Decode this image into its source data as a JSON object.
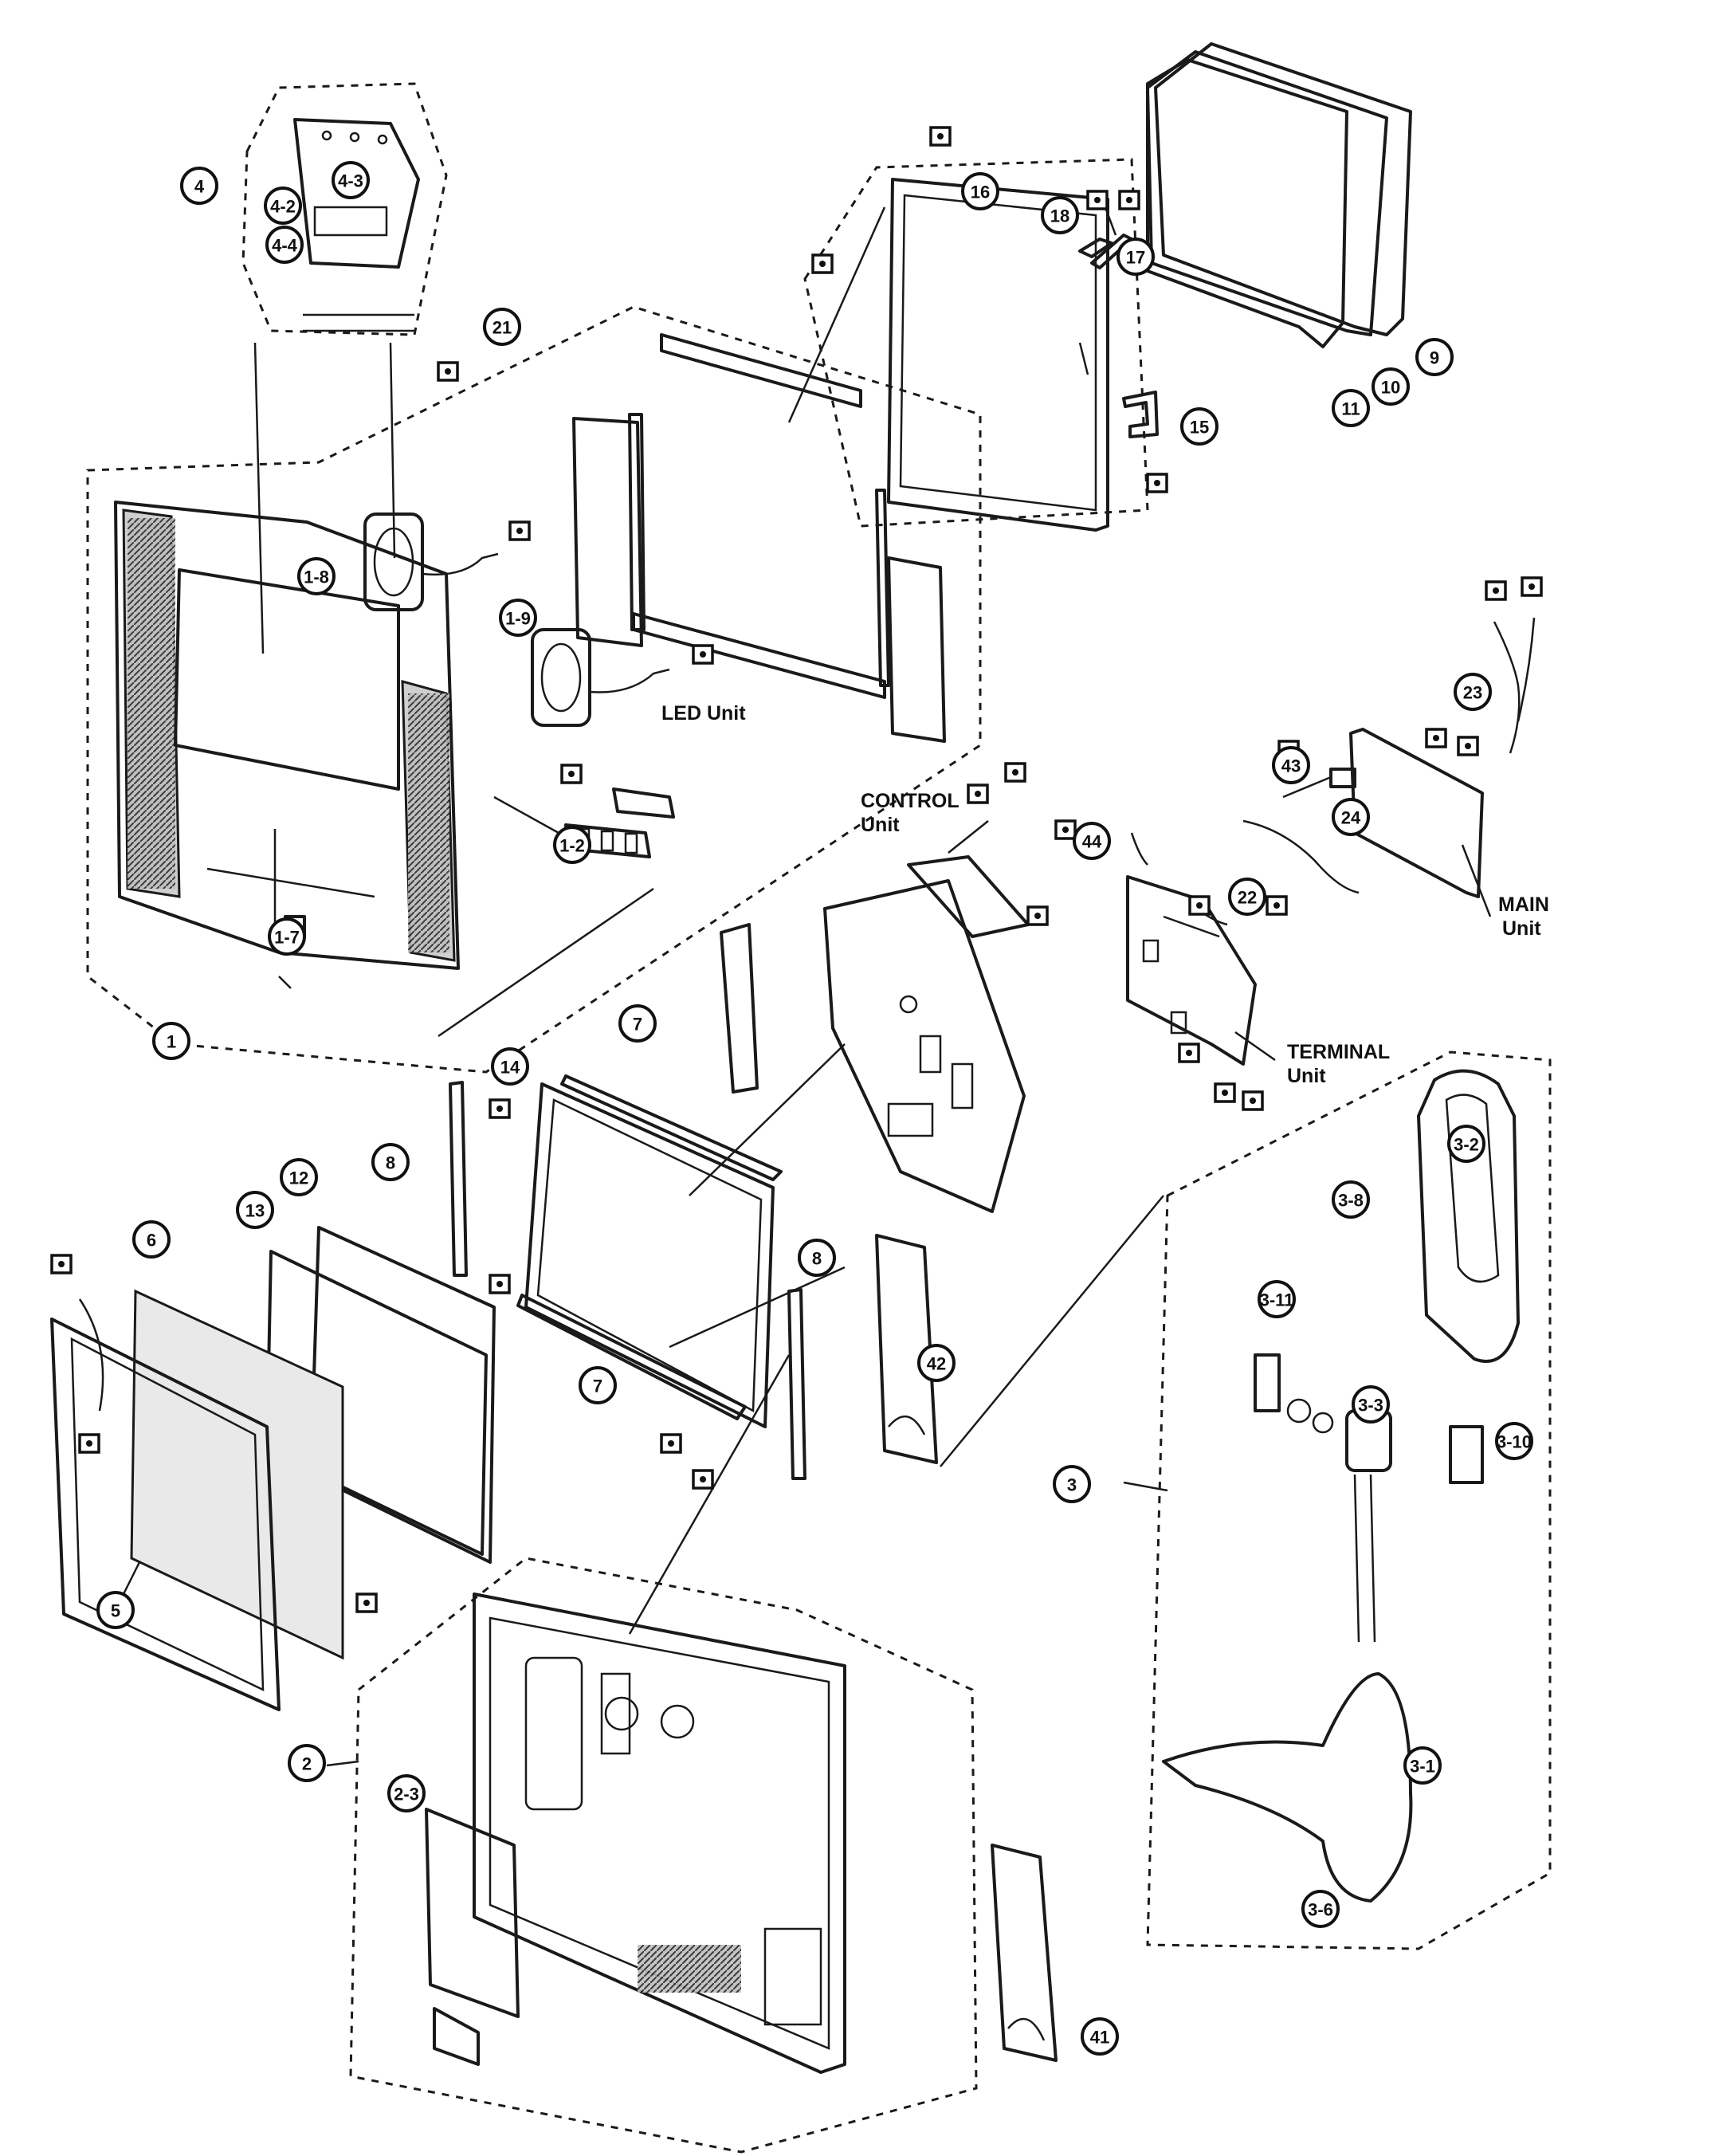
{
  "diagram": {
    "callouts": [
      "1",
      "1-2",
      "1-7",
      "1-8",
      "1-9",
      "2",
      "2-3",
      "3",
      "3-1",
      "3-2",
      "3-3",
      "3-6",
      "3-10",
      "3-11",
      "3-8",
      "4",
      "4-2",
      "4-3",
      "4-4",
      "5",
      "6",
      "7",
      "7",
      "8",
      "8",
      "9",
      "10",
      "11",
      "12",
      "13",
      "14",
      "15",
      "16",
      "17",
      "18",
      "21",
      "22",
      "23",
      "24",
      "41",
      "42",
      "43",
      "44"
    ],
    "labels": {
      "led_unit": "LED Unit",
      "control_unit_1": "CONTROL",
      "control_unit_2": "Unit",
      "main_unit_1": "MAIN",
      "main_unit_2": "Unit",
      "terminal_unit_1": "TERMINAL",
      "terminal_unit_2": "Unit"
    }
  }
}
